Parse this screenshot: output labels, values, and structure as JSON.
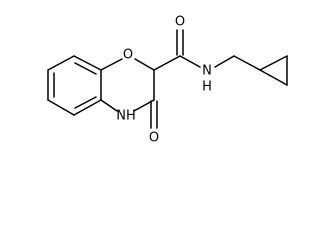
{
  "molecule": {
    "atom_labels": {
      "ring_oxygen": "O",
      "carbonyl_oxygen_amide": "O",
      "carbonyl_oxygen_lactam": "O",
      "amide_nitrogen": "N",
      "amide_hydrogen": "H",
      "ring_nh": "NH"
    },
    "colors": {
      "bond": "#000000",
      "label": "#000000",
      "background": "#ffffff"
    }
  }
}
